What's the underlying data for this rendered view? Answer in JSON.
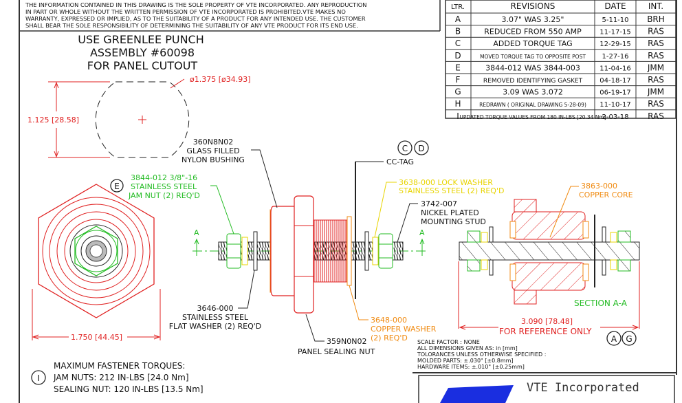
{
  "notice": [
    "THE INFORMATION CONTAINED IN THIS DRAWING IS THE SOLE PROPERTY OF VTE INCORPORATED. ANY REPRODUCTION",
    "IN PART OR WHOLE WITHOUT THE WRITTEN PERMISSION OF VTE INCORPORATED IS PROHIBITED.VTE MAKES NO",
    "WARRANTY, EXPRESSED OR IMPLIED, AS TO THE SUITABILITY OF A PRODUCT FOR ANY INTENDED USE. THE CUSTOMER",
    "SHALL BEAR THE SOLE RESPONSIBILITY OF DETERMINING THE SUITABILITY OF ANY VTE PRODUCT FOR ITS END USE."
  ],
  "revisions": {
    "headers": [
      "LTR.",
      "REVISIONS",
      "DATE",
      "INT."
    ],
    "rows": [
      {
        "ltr": "A",
        "desc": "3.07\" WAS 3.25\"",
        "date": "5-11-10",
        "int": "BRH"
      },
      {
        "ltr": "B",
        "desc": "REDUCED FROM 550 AMP",
        "date": "11-17-15",
        "int": "RAS"
      },
      {
        "ltr": "C",
        "desc": "ADDED TORQUE TAG",
        "date": "12-29-15",
        "int": "RAS"
      },
      {
        "ltr": "D",
        "desc": "MOVED TORQUE TAG TO OPPOSITE POST",
        "date": "1-27-16",
        "int": "RAS"
      },
      {
        "ltr": "E",
        "desc": "3844-012 WAS 3844-003",
        "date": "11-04-16",
        "int": "JMM"
      },
      {
        "ltr": "F",
        "desc": "REMOVED IDENTIFYING GASKET",
        "date": "04-18-17",
        "int": "RAS"
      },
      {
        "ltr": "G",
        "desc": "3.09 WAS 3.072",
        "date": "06-19-17",
        "int": "JMM"
      },
      {
        "ltr": "H",
        "desc": "REDRAWN ( ORIGINAL DRAWING 5-28-09)",
        "date": "11-10-17",
        "int": "RAS"
      },
      {
        "ltr": "I",
        "desc": "UPDATED TORQUE VALUES FROM 180 IN-LBS [20.34 Nm]",
        "date": "2-03-18",
        "int": "RAS"
      }
    ]
  },
  "cutout": {
    "title": [
      "USE GREENLEE PUNCH",
      "ASSEMBLY #60098",
      "FOR PANEL CUTOUT"
    ],
    "diameter": "ø1.375 [ø34.93]",
    "height": "1.125 [28.58]"
  },
  "hex_view": {
    "rev_marker": "E",
    "width_dim": "1.750 [44.45]"
  },
  "labels": {
    "bushing": [
      "360N8N02",
      "GLASS FILLED",
      "NYLON BUSHING"
    ],
    "jam_nut": [
      "3844-012 3/8\"-16",
      "STAINLESS STEEL",
      "JAM NUT (2) REQ'D"
    ],
    "cc_tag": "CC-TAG",
    "cc_markers": [
      "C",
      "D"
    ],
    "lock_washer": [
      "3638-000 LOCK WASHER",
      "STAINLESS STEEL (2) REQ'D"
    ],
    "stud": [
      "3742-007",
      "NICKEL PLATED",
      "MOUNTING STUD"
    ],
    "flat_washer": [
      "3646-000",
      "STAINLESS STEEL",
      "FLAT WASHER (2) REQ'D"
    ],
    "sealing_nut": [
      "359N0N02",
      "PANEL SEALING NUT"
    ],
    "copper_washer": [
      "3648-000",
      "COPPER WASHER",
      "(2)  REQ'D"
    ],
    "copper_core": [
      "3863-000",
      "COPPER CORE"
    ],
    "section_mark": "A",
    "section_title": "SECTION A-A",
    "length_dim": "3.090 [78.48]",
    "reference": "FOR REFERENCE ONLY",
    "ag_markers": [
      "A",
      "G"
    ]
  },
  "torques": {
    "title": "MAXIMUM FASTENER TORQUES:",
    "marker": "I",
    "lines": [
      "JAM NUTS: 212 IN-LBS [24.0 Nm]",
      "SEALING NUT: 120 IN-LBS [13.5 Nm]"
    ]
  },
  "notes": [
    "SCALE FACTOR : NONE",
    "ALL DIMENSIONS GIVEN AS: in [mm]",
    "TOLORANCES UNLESS OTHERWISE SPECIFIED :",
    "MOLDED PARTS: ±.030\" [±0.8mm]",
    "HARDWARE ITEMS: ±.010\" [±0.25mm]"
  ],
  "title_block": {
    "company": "VTE Incorporated"
  },
  "colors": {
    "red": "#e02020",
    "green": "#22bb22",
    "orange": "#f08a10",
    "yellow": "#e8d400",
    "logo_blue": "#1a2ee0"
  }
}
